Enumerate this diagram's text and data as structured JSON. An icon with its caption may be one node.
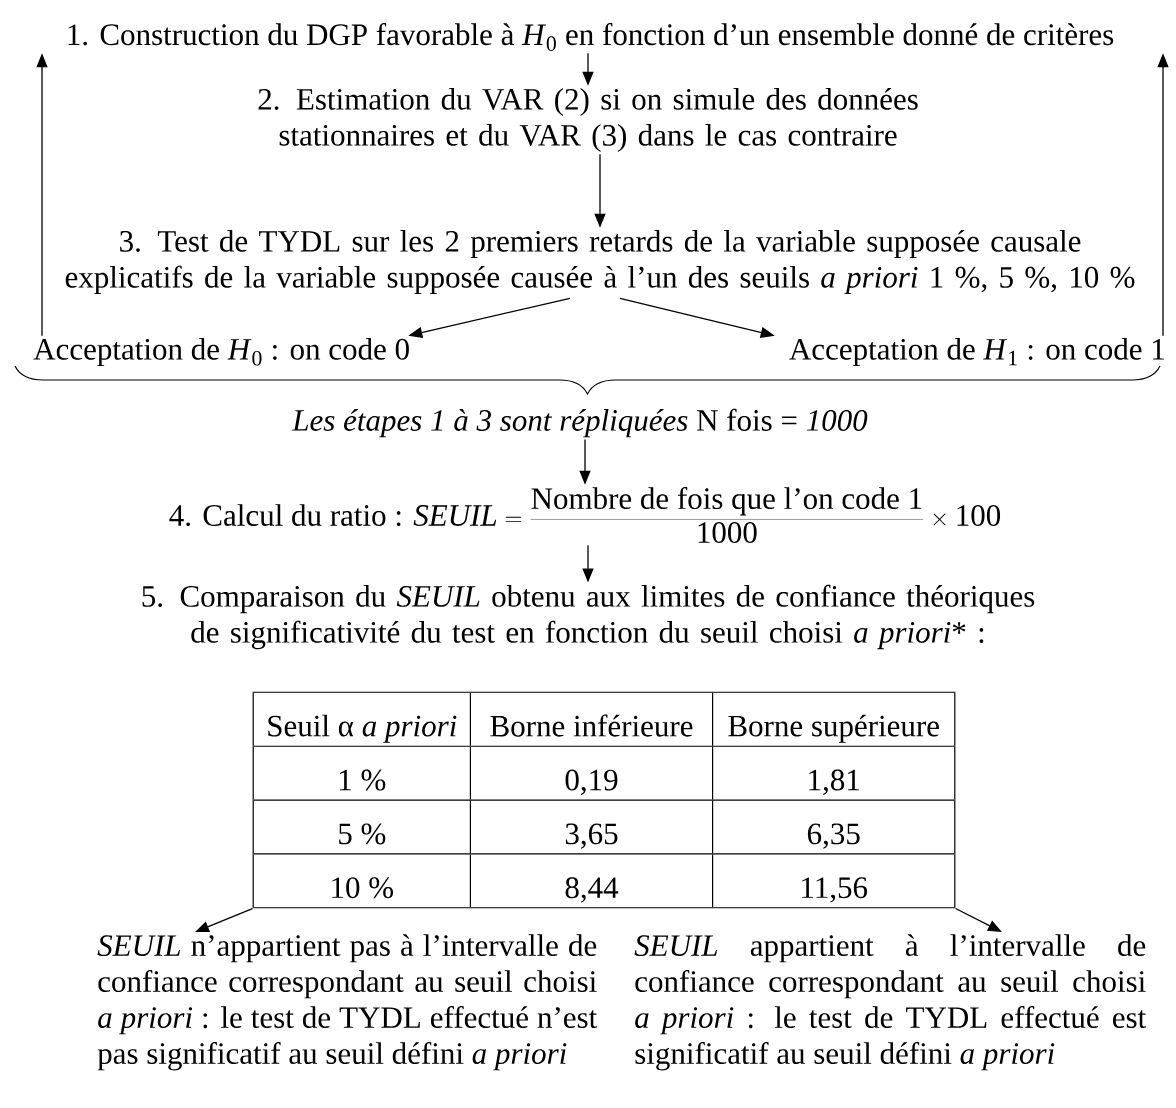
{
  "diagram": {
    "nodes": [
      {
        "text": [
          "1. Construction du DGP favorable à *H*$_{0}$ en fonction d’un ensemble donné de critères"
        ]
      },
      {
        "text": [
          "2. Estimation du VAR (2) si on simule des données stationnaires et du VAR (3) dans le cas contraire"
        ]
      },
      {
        "text": [
          "3. Test de TYDL sur les 2 premiers retards de la variable supposée causale explicatifs de la variable supposée causée à l’un des seuils *a priori* 1 %, 5 %, 10 %"
        ]
      },
      {
        "text": [
          "Acceptation de *H*$_{0}$ : on code 0"
        ]
      },
      {
        "text": [
          "Acceptation de *H*$_{1}$ : on code 1"
        ]
      },
      {
        "text": [
          "*Les étapes 1 à 3 sont répliquées* N fois = *1000*"
        ]
      },
      {
        "text": [
          "4. Calcul du ratio :",
          "\\mathit{SEUIL}=\\frac{\\mbox{Nombre de fois que l'on code 1}}{\\mbox{1000}}\\times\\mbox{100}"
        ]
      },
      {
        "text": [
          "5. Comparaison du *SEUIL* obtenu aux limites de confiance théoriques de significativité du test en fonction du seuil choisi *a priori*",
          "* :"
        ]
      },
      {
        "text": [
          "Seuil α *a priori*",
          "Borne inférieure",
          "Borne supérieure",
          "1 %",
          "0,19",
          "1,81",
          "5 %",
          "3,65",
          "6,35",
          "10 %",
          "8,44",
          "11,56"
        ]
      },
      {
        "text": [
          "*SEUIL* n’appartient pas à l’intervalle de confiance correspondant au seuil choisi *a priori* : le test de TYDL effectué n’est pas significatif au seuil défini *a priori*"
        ]
      },
      {
        "text": [
          "*SEUIL* appartient à l’intervalle de confiance correspondant au seuil choisi *a priori* : le test de TYDL effectué est significatif au seuil défini *a priori*"
        ]
      }
    ],
    "edges": [
      {
        "from": 0,
        "to": 1,
        "arrow": "to"
      },
      {
        "from": 1,
        "to": 2,
        "arrow": "to"
      },
      {
        "from": 2,
        "to": 3,
        "arrow": "to"
      },
      {
        "from": 2,
        "to": 4,
        "arrow": "to"
      },
      {
        "from": 3,
        "to": 0,
        "arrow": "to"
      },
      {
        "from": 4,
        "to": 0,
        "arrow": "to"
      },
      {
        "from": 5,
        "to": 6,
        "arrow": "to"
      },
      {
        "from": 6,
        "to": 7,
        "arrow": "to"
      },
      {
        "from": 8,
        "to": 9,
        "arrow": "to"
      },
      {
        "from": 8,
        "to": 10,
        "arrow": "to"
      }
    ]
  }
}
